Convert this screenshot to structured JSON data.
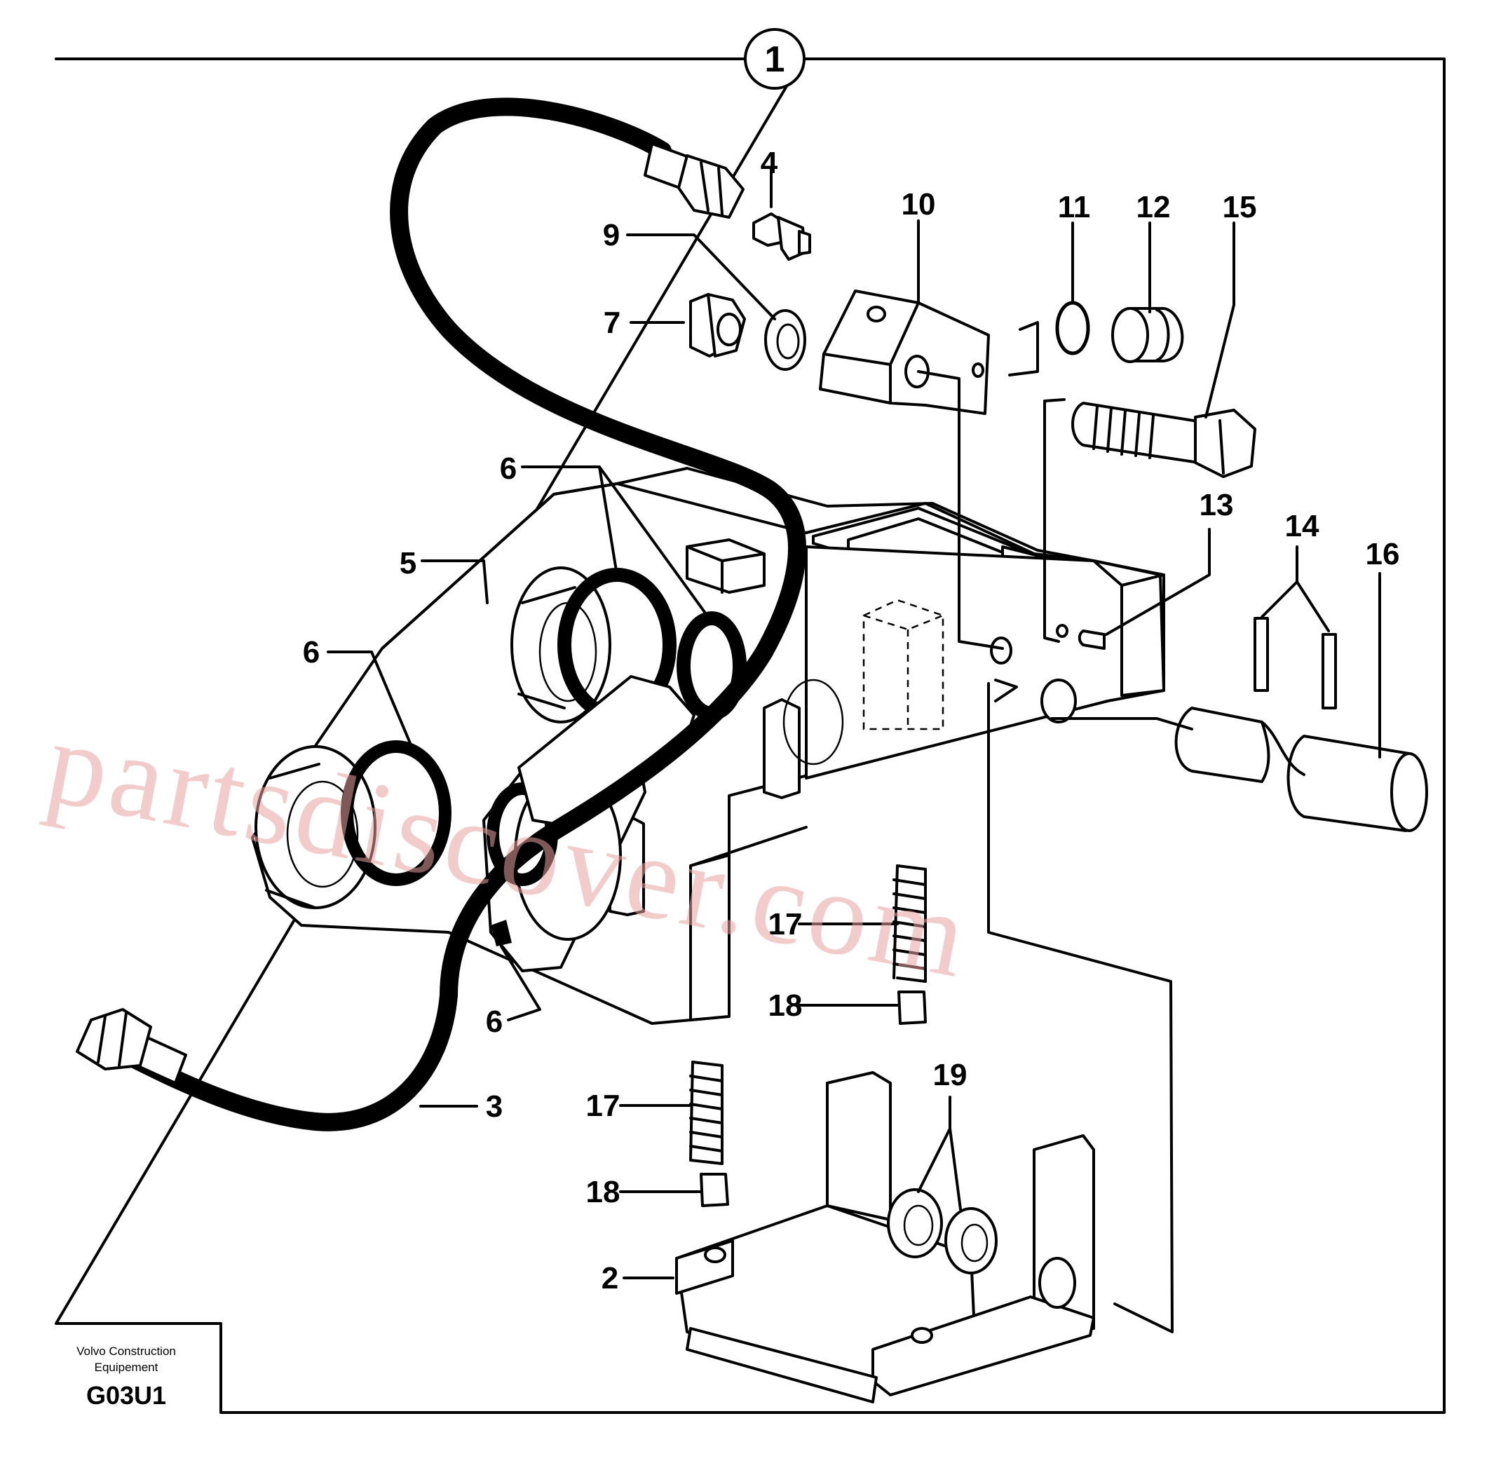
{
  "figure": {
    "reference_number": "1",
    "publisher_line1": "Volvo Construction",
    "publisher_line2": "Equipement",
    "code": "G03U1",
    "watermark": "partsdiscover.com"
  },
  "callouts": [
    {
      "id": "c4",
      "label": "4"
    },
    {
      "id": "c9",
      "label": "9"
    },
    {
      "id": "c7",
      "label": "7"
    },
    {
      "id": "c10",
      "label": "10"
    },
    {
      "id": "c11",
      "label": "11"
    },
    {
      "id": "c12",
      "label": "12"
    },
    {
      "id": "c15",
      "label": "15"
    },
    {
      "id": "c6a",
      "label": "6"
    },
    {
      "id": "c5",
      "label": "5"
    },
    {
      "id": "c6b",
      "label": "6"
    },
    {
      "id": "c13",
      "label": "13"
    },
    {
      "id": "c14",
      "label": "14"
    },
    {
      "id": "c16",
      "label": "16"
    },
    {
      "id": "c17a",
      "label": "17"
    },
    {
      "id": "c18a",
      "label": "18"
    },
    {
      "id": "c6c",
      "label": "6"
    },
    {
      "id": "c3",
      "label": "3"
    },
    {
      "id": "c17b",
      "label": "17"
    },
    {
      "id": "c19",
      "label": "19"
    },
    {
      "id": "c18b",
      "label": "18"
    },
    {
      "id": "c2",
      "label": "2"
    }
  ]
}
